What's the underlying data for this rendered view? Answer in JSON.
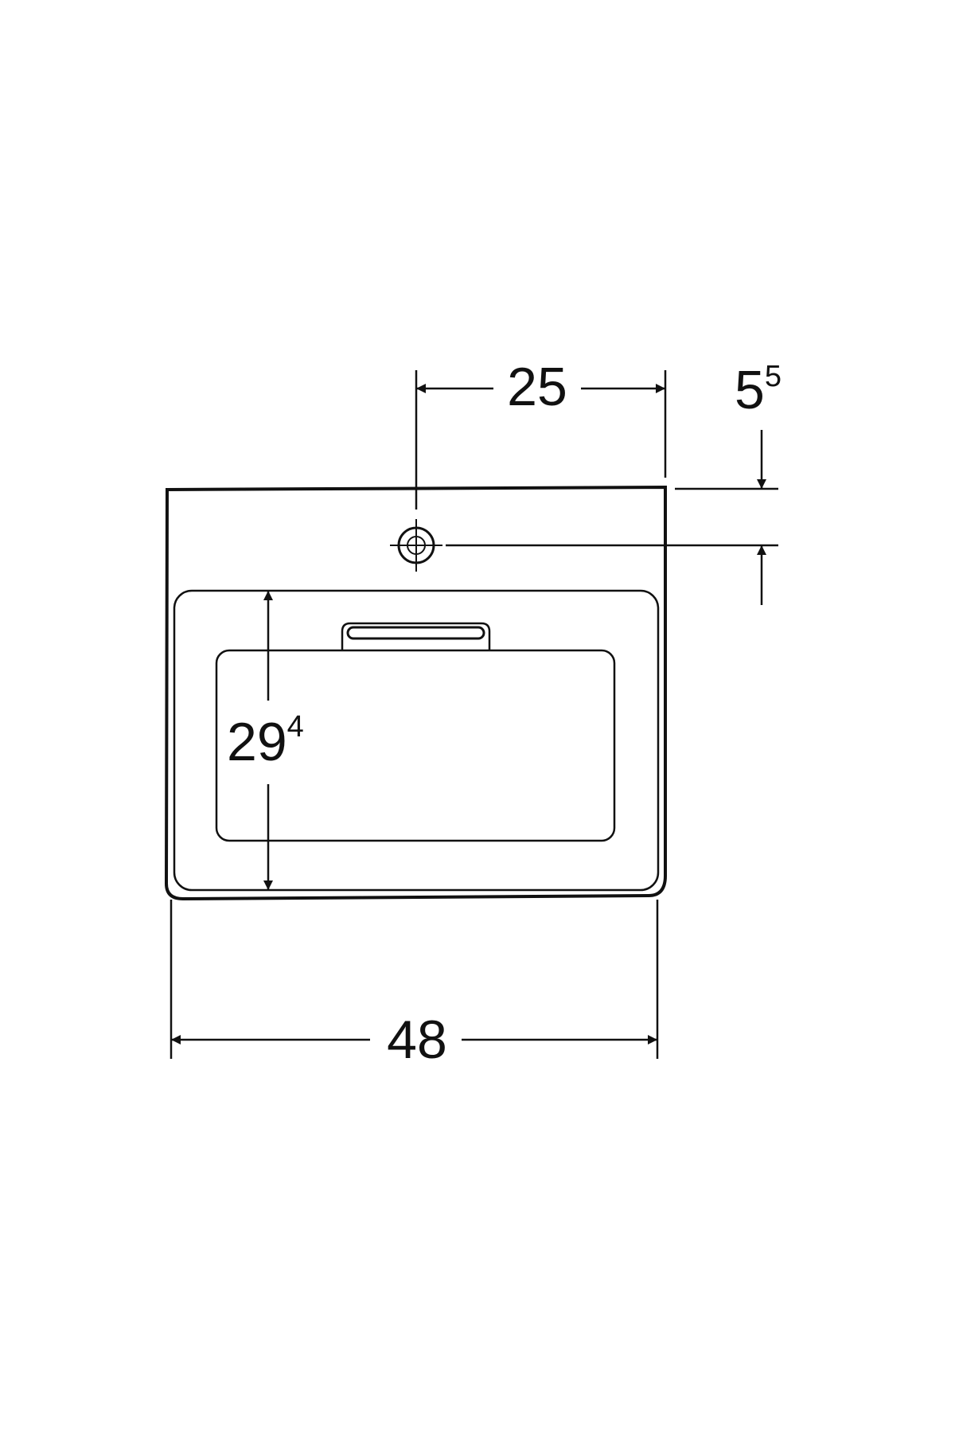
{
  "drawing": {
    "subject": "washbasin-top-view",
    "line_color": "#111111",
    "background_color": "#ffffff",
    "dimensions": {
      "tap_hole_offset": {
        "main": "25",
        "sup": ""
      },
      "tap_hole_depth": {
        "main": "5",
        "sup": "5"
      },
      "bowl_depth": {
        "main": "29",
        "sup": "4"
      },
      "overall_width": {
        "main": "48",
        "sup": ""
      }
    }
  }
}
